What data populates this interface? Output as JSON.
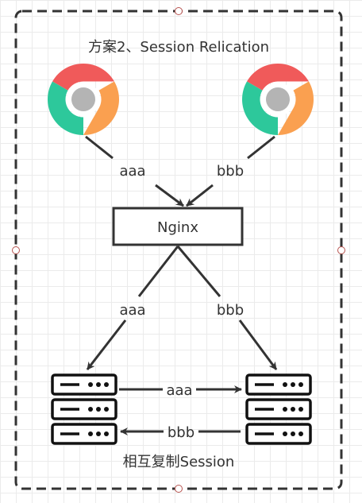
{
  "title": "方案2、Session Relication",
  "browsers": [
    {
      "id": "left",
      "icon": "chrome-browser-icon"
    },
    {
      "id": "right",
      "icon": "chrome-browser-icon"
    }
  ],
  "load_balancer": {
    "label": "Nginx"
  },
  "edges": {
    "browser_left_to_nginx": "aaa",
    "browser_right_to_nginx": "bbb",
    "nginx_to_server_left": "aaa",
    "nginx_to_server_right": "bbb",
    "server_left_to_right": "aaa",
    "server_right_to_left": "bbb"
  },
  "servers": [
    {
      "id": "left",
      "icon": "server-stack-icon"
    },
    {
      "id": "right",
      "icon": "server-stack-icon"
    }
  ],
  "footer_label": "相互复制Session",
  "colors": {
    "chrome_red": "#F05A5A",
    "chrome_green": "#2DC89B",
    "chrome_orange": "#FAA050",
    "chrome_center": "#B4B4B4",
    "stroke": "#333333"
  }
}
